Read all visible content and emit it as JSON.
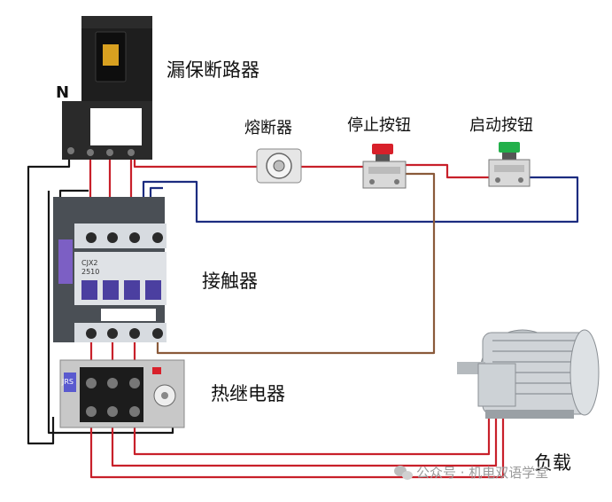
{
  "labels": {
    "breaker": "漏保断路器",
    "neutral": "N",
    "fuse": "熔断器",
    "stop_button": "停止按钮",
    "start_button": "启动按钮",
    "contactor": "接触器",
    "thermal_relay": "热继电器",
    "load": "负载"
  },
  "device_markings": {
    "contactor_model": "CJX2",
    "contactor_rating": "2510",
    "relay_marking": "JRS"
  },
  "watermark": "公众号 · 机电双语学堂",
  "colors": {
    "wire_red": "#c8202a",
    "wire_navy": "#1c2c80",
    "wire_black": "#161616",
    "wire_brown": "#8a5a3a",
    "stop_button_cap": "#d8202a",
    "start_button_cap": "#22b04a",
    "contactor_body": "#4a4f55",
    "contactor_window": "#4b3fa0"
  },
  "icons": {
    "watermark_icon": "wechat-icon"
  }
}
